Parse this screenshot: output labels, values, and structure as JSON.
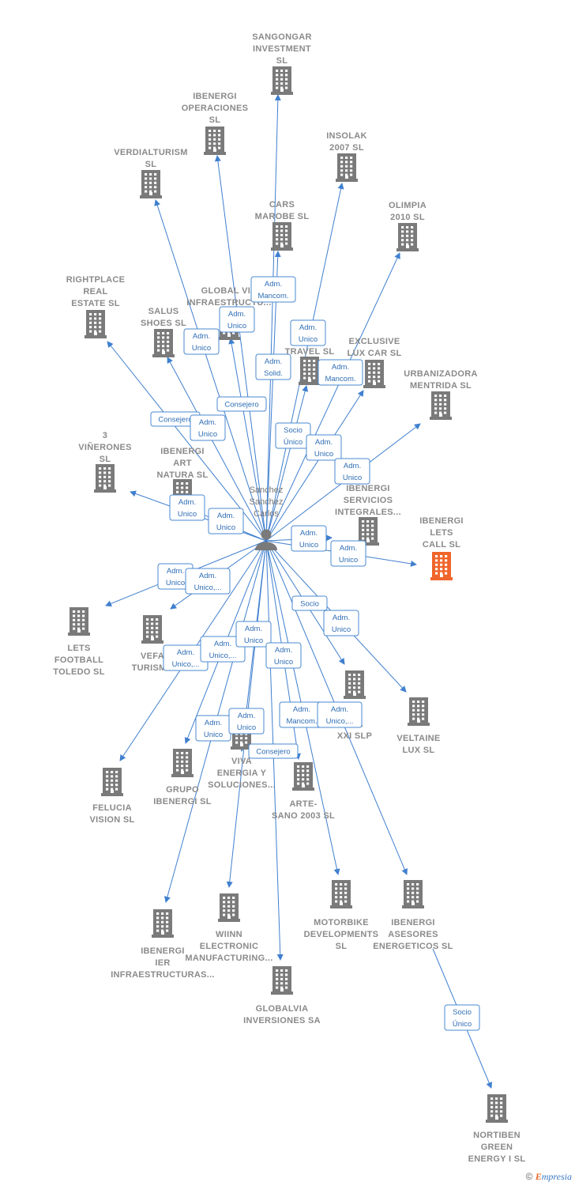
{
  "center": {
    "name_lines": [
      "Sanchez",
      "Sanchez",
      "Carlos"
    ]
  },
  "colors": {
    "edge": "#3f7fcf",
    "building": "#7a7a7a",
    "highlight": "#f0652b",
    "box_border": "#4a88d0"
  },
  "companies": [
    {
      "id": "sangongar",
      "lines": [
        "SANGONGAR",
        "INVESTMENT",
        "SL"
      ]
    },
    {
      "id": "ibenergi-operaciones",
      "lines": [
        "IBENERGI",
        "OPERACIONES",
        "SL"
      ]
    },
    {
      "id": "verdialturism",
      "lines": [
        "VERDIALTURISM",
        "SL"
      ]
    },
    {
      "id": "insolak",
      "lines": [
        "INSOLAK",
        "2007 SL"
      ]
    },
    {
      "id": "cars-marobe",
      "lines": [
        "CARS",
        "MAROBE SL"
      ]
    },
    {
      "id": "olimpia",
      "lines": [
        "OLIMPIA",
        "2010 SL"
      ]
    },
    {
      "id": "rightplace",
      "lines": [
        "RIGHTPLACE",
        "REAL",
        "ESTATE  SL"
      ]
    },
    {
      "id": "global-via",
      "lines": [
        "GLOBAL VIA",
        "INFRAESTRUCTU..."
      ]
    },
    {
      "id": "salus",
      "lines": [
        "SALUS",
        "SHOES  SL"
      ]
    },
    {
      "id": "travel",
      "lines": [
        "TRAVEL  SL"
      ]
    },
    {
      "id": "exclusive",
      "lines": [
        "EXCLUSIVE",
        "LUX CAR  SL"
      ]
    },
    {
      "id": "urbanizadora",
      "lines": [
        "URBANIZADORA",
        "MENTRIDA SL"
      ]
    },
    {
      "id": "3-vinerones",
      "lines": [
        "3",
        "VIÑERONES",
        "SL"
      ]
    },
    {
      "id": "ibenergi-art",
      "lines": [
        "IBENERGI",
        "ART",
        "NATURA  SL"
      ]
    },
    {
      "id": "ibenergi-servicios",
      "lines": [
        "IBENERGI",
        "SERVICIOS",
        "INTEGRALES..."
      ]
    },
    {
      "id": "ibenergi-lets",
      "lines": [
        "IBENERGI",
        "LETS",
        "CALL  SL"
      ],
      "highlight": true
    },
    {
      "id": "lets-football",
      "lines": [
        "LETS",
        "FOOTBALL",
        "TOLEDO  SL"
      ]
    },
    {
      "id": "vefa",
      "lines": [
        "VEFA",
        "TURISMO"
      ]
    },
    {
      "id": "o-s-xxi",
      "lines": [
        "O",
        "A S.",
        "XXI  SLP"
      ]
    },
    {
      "id": "veltaine",
      "lines": [
        "VELTAINE",
        "LUX SL"
      ]
    },
    {
      "id": "felucia",
      "lines": [
        "FELUCIA",
        "VISION  SL"
      ]
    },
    {
      "id": "grupo-ibenergi",
      "lines": [
        "GRUPO",
        "IBENERGI  SL"
      ]
    },
    {
      "id": "viva-energia",
      "lines": [
        "VIVA",
        "ENERGIA Y",
        "SOLUCIONES..."
      ]
    },
    {
      "id": "arte-sano",
      "lines": [
        "ARTE-",
        "SANO 2003 SL"
      ]
    },
    {
      "id": "motorbike",
      "lines": [
        "MOTORBIKE",
        "DEVELOPMENTS",
        "SL"
      ]
    },
    {
      "id": "ibenergi-asesores",
      "lines": [
        "IBENERGI",
        "ASESORES",
        "ENERGETICOS SL"
      ]
    },
    {
      "id": "ibenergi-ier",
      "lines": [
        "IBENERGI",
        "IER",
        "INFRAESTRUCTURAS..."
      ]
    },
    {
      "id": "wiinn",
      "lines": [
        "WIINN",
        "ELECTRONIC",
        "MANUFACTURING..."
      ]
    },
    {
      "id": "globalvia-inv",
      "lines": [
        "GLOBALVIA",
        "INVERSIONES SA"
      ]
    },
    {
      "id": "nortiben",
      "lines": [
        "NORTIBEN",
        "GREEN",
        "ENERGY I  SL"
      ]
    }
  ],
  "relations": [
    {
      "lines": [
        "Adm.",
        "Mancom."
      ]
    },
    {
      "lines": [
        "Adm.",
        "Unico"
      ]
    },
    {
      "lines": [
        "Adm.",
        "Unico"
      ]
    },
    {
      "lines": [
        "Adm.",
        "Unico"
      ]
    },
    {
      "lines": [
        "Adm.",
        "Solid."
      ]
    },
    {
      "lines": [
        "Adm.",
        "Mancom."
      ]
    },
    {
      "lines": [
        "Consejero"
      ]
    },
    {
      "lines": [
        "Consejero"
      ]
    },
    {
      "lines": [
        "Adm.",
        "Unico"
      ]
    },
    {
      "lines": [
        "Socio",
        "Único"
      ]
    },
    {
      "lines": [
        "Adm.",
        "Unico"
      ]
    },
    {
      "lines": [
        "Adm.",
        "Unico"
      ]
    },
    {
      "lines": [
        "Adm.",
        "Unico"
      ]
    },
    {
      "lines": [
        "Adm.",
        "Unico"
      ]
    },
    {
      "lines": [
        "Adm.",
        "Unico"
      ]
    },
    {
      "lines": [
        "Adm.",
        "Unico"
      ]
    },
    {
      "lines": [
        "Adm.",
        "Unico"
      ]
    },
    {
      "lines": [
        "Adm.",
        "Unico,..."
      ]
    },
    {
      "lines": [
        "Socio"
      ]
    },
    {
      "lines": [
        "Adm.",
        "Unico"
      ]
    },
    {
      "lines": [
        "Adm.",
        "Unico,..."
      ]
    },
    {
      "lines": [
        "Adm.",
        "Unico,..."
      ]
    },
    {
      "lines": [
        "Adm.",
        "Unico"
      ]
    },
    {
      "lines": [
        "Adm.",
        "Unico"
      ]
    },
    {
      "lines": [
        "Adm.",
        "Unico"
      ]
    },
    {
      "lines": [
        "Adm.",
        "Unico"
      ]
    },
    {
      "lines": [
        "Adm.",
        "Mancom."
      ]
    },
    {
      "lines": [
        "Adm.",
        "Unico,..."
      ]
    },
    {
      "lines": [
        "Consejero"
      ]
    },
    {
      "lines": [
        "Socio",
        "Único"
      ]
    }
  ],
  "footer": {
    "copyright": "©",
    "brand_initial": "E",
    "brand_rest": "mpresia"
  }
}
